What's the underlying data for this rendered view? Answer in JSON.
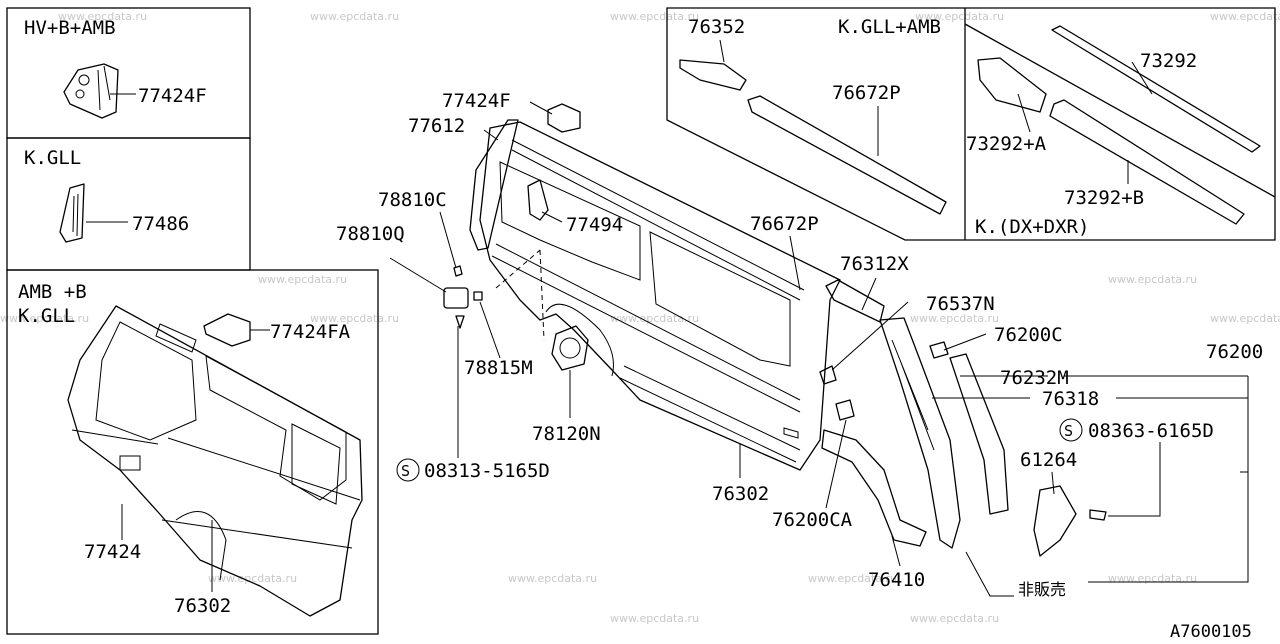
{
  "diagram_code": "A7600105",
  "watermark": "www.epcdata.ru",
  "inset_titles": {
    "hv_b_amb": "HV+B+AMB",
    "kgll": "K.GLL",
    "amb_b_line1": "AMB +B",
    "amb_b_line2": "K.GLL",
    "kgll_amb": "K.GLL+AMB",
    "k_dx_dxr": "K.(DX+DXR)"
  },
  "part_labels": [
    "77424F",
    "77486",
    "77424FA",
    "77424",
    "76302",
    "77424F",
    "77612",
    "78810C",
    "78810Q",
    "78815M",
    "08313-5165D",
    "78120N",
    "77494",
    "76672P",
    "76312X",
    "76537N",
    "76200C",
    "76200",
    "76232M",
    "76318",
    "08363-6165D",
    "61264",
    "76302",
    "76200CA",
    "76410",
    "非販売",
    "76352",
    "76672P",
    "73292",
    "73292+A",
    "73292+B"
  ],
  "icons": [
    "bolt-symbol-icon",
    "bolt-symbol-icon"
  ],
  "bolt_symbol": "S"
}
